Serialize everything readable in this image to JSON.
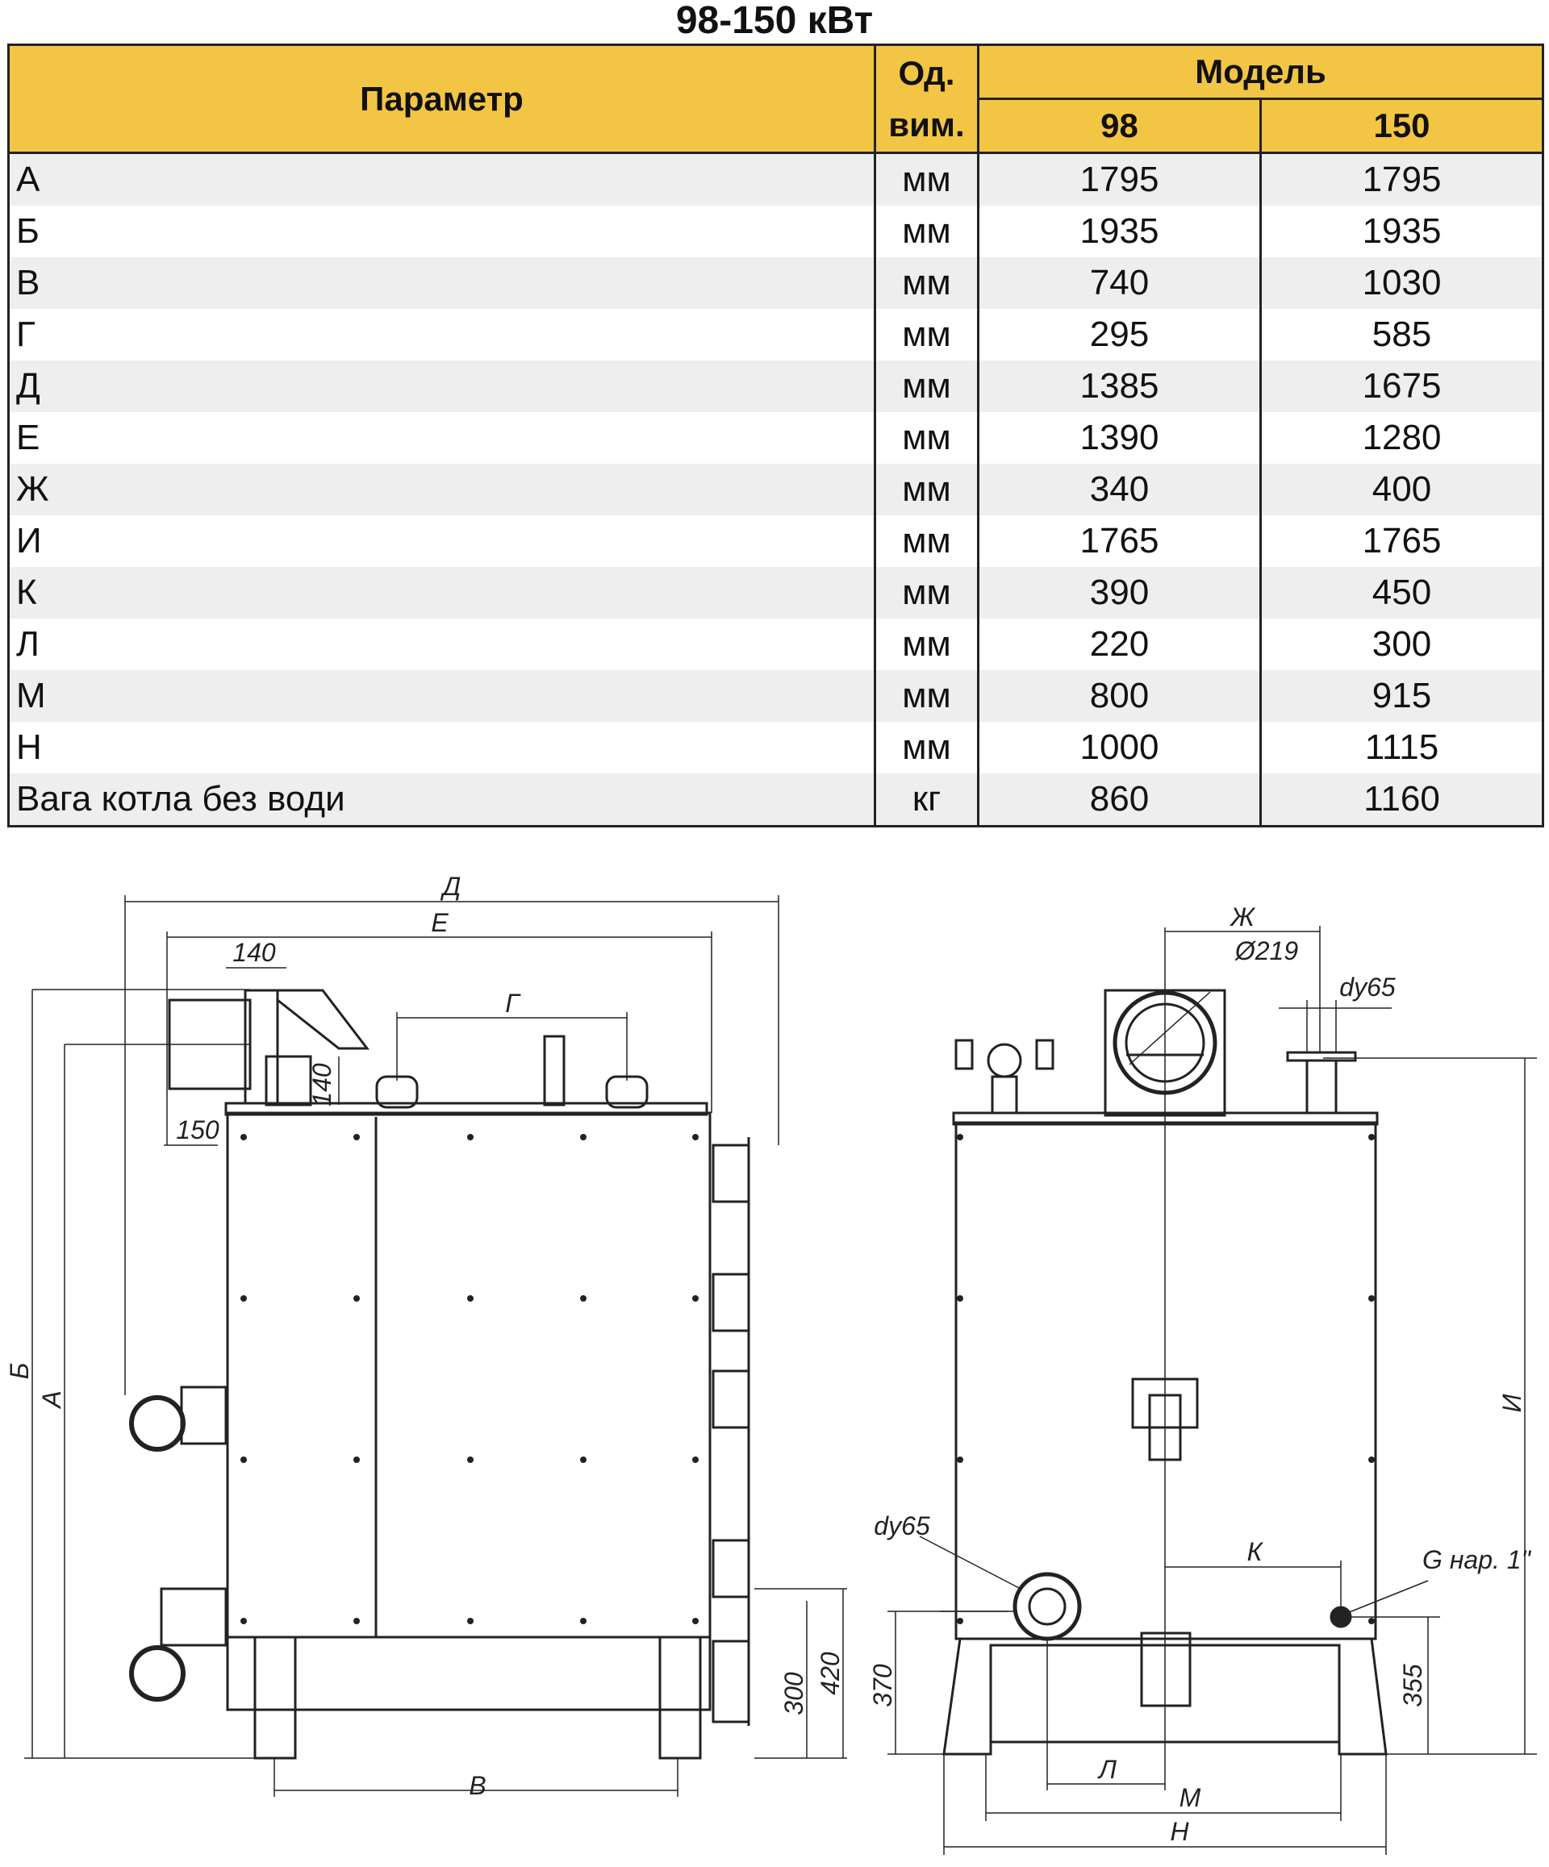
{
  "title": "98-150 кВт",
  "table": {
    "header": {
      "param": "Параметр",
      "unit_line1": "Од.",
      "unit_line2": "вим.",
      "model": "Модель",
      "model_98": "98",
      "model_150": "150"
    },
    "rows": [
      {
        "param": "А",
        "unit": "мм",
        "v98": "1795",
        "v150": "1795"
      },
      {
        "param": "Б",
        "unit": "мм",
        "v98": "1935",
        "v150": "1935"
      },
      {
        "param": "В",
        "unit": "мм",
        "v98": "740",
        "v150": "1030"
      },
      {
        "param": "Г",
        "unit": "мм",
        "v98": "295",
        "v150": "585"
      },
      {
        "param": "Д",
        "unit": "мм",
        "v98": "1385",
        "v150": "1675"
      },
      {
        "param": "Е",
        "unit": "мм",
        "v98": "1390",
        "v150": "1280"
      },
      {
        "param": "Ж",
        "unit": "мм",
        "v98": "340",
        "v150": "400"
      },
      {
        "param": "И",
        "unit": "мм",
        "v98": "1765",
        "v150": "1765"
      },
      {
        "param": "К",
        "unit": "мм",
        "v98": "390",
        "v150": "450"
      },
      {
        "param": "Л",
        "unit": "мм",
        "v98": "220",
        "v150": "300"
      },
      {
        "param": "М",
        "unit": "мм",
        "v98": "800",
        "v150": "915"
      },
      {
        "param": "Н",
        "unit": "мм",
        "v98": "1000",
        "v150": "1115"
      },
      {
        "param": "Вага котла без води",
        "unit": "кг",
        "v98": "860",
        "v150": "1160"
      }
    ]
  },
  "drawing_labels": {
    "side": {
      "d": "Д",
      "e": "Е",
      "g": "Г",
      "v": "В",
      "a": "А",
      "b": "Б",
      "n140_top": "140",
      "n140_side": "140",
      "n150": "150",
      "n300": "300",
      "n420": "420"
    },
    "front": {
      "zh": "Ж",
      "d219": "Ø219",
      "dy65_top": "dy65",
      "dy65_bottom": "dy65",
      "i": "И",
      "k": "К",
      "g_nar": "G нар. 1\"",
      "n370": "370",
      "n355": "355",
      "l": "Л",
      "m": "М",
      "n": "Н"
    }
  }
}
